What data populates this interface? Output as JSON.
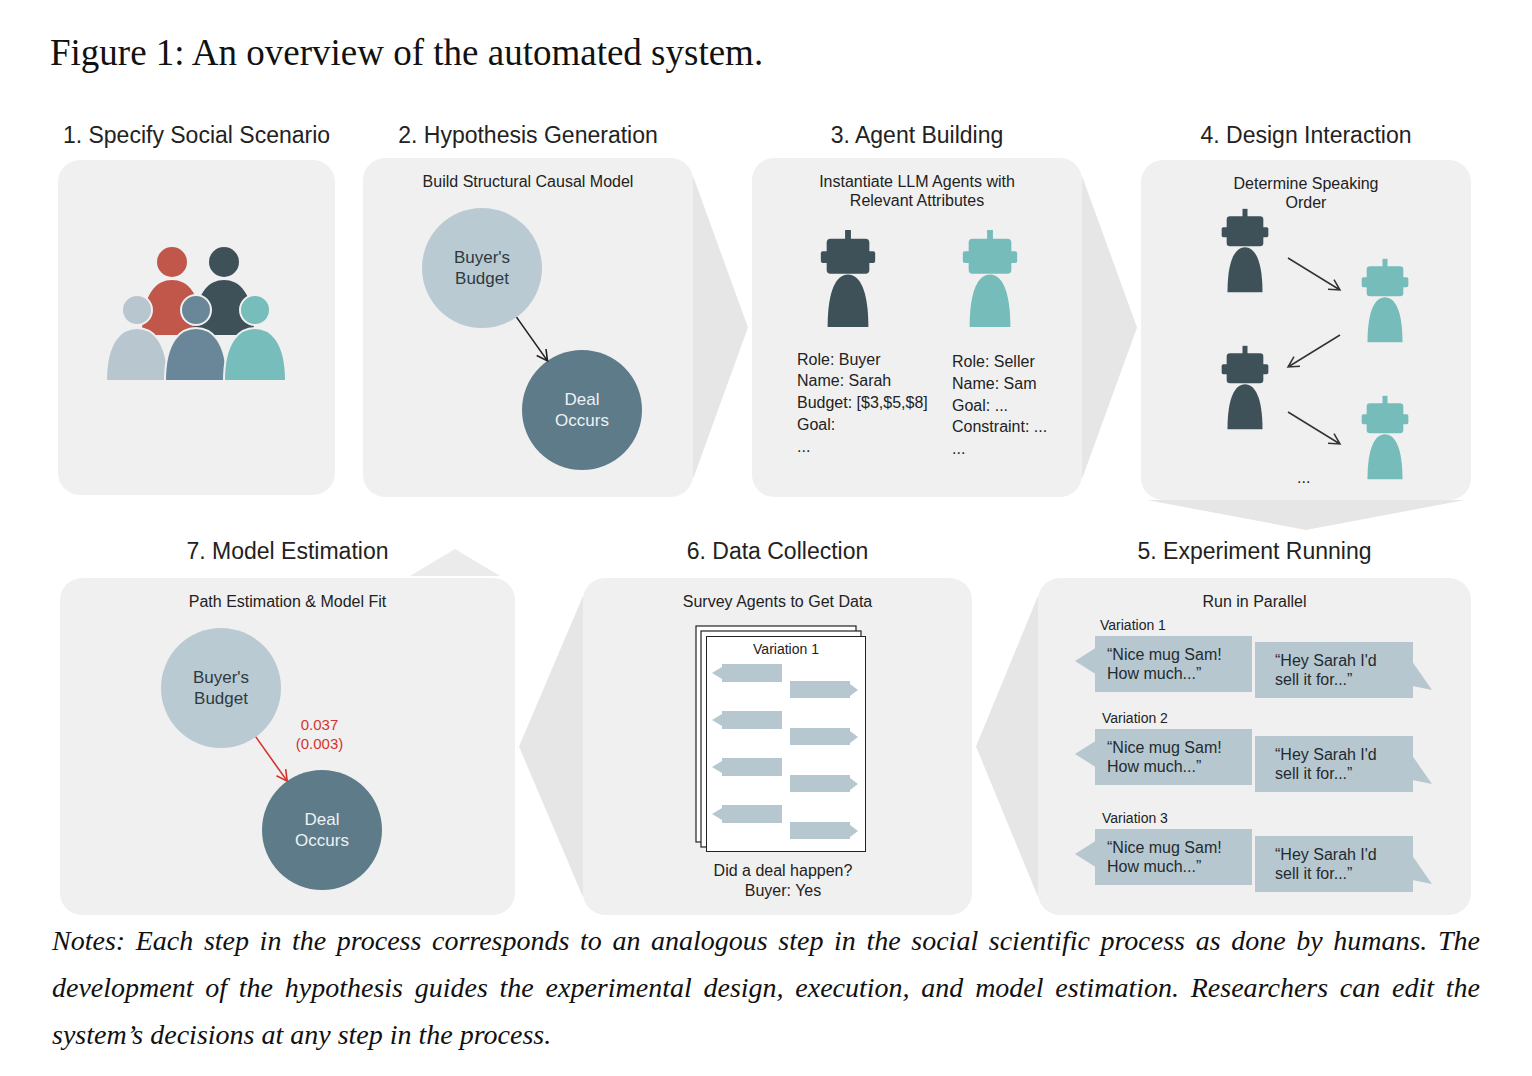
{
  "diagram": {
    "title": "Figure 1: An overview of the automated system.",
    "caption": "Notes: Each step in the process corresponds to an analogous step in the social scientific process as done by humans. The development of the hypothesis guides the experimental design, execution, and model estimation. Researchers can edit the system’s decisions at any step in the process.",
    "nodes": [
      {
        "text": [
          "1. Specify Social Scenario"
        ]
      },
      {
        "text": [
          "2. Hypothesis Generation",
          "Build Structural Causal Model"
        ]
      },
      {
        "text": [
          "Buyer's Budget"
        ],
        "in": 1
      },
      {
        "text": [
          "Deal Occurs"
        ],
        "in": 1
      },
      {
        "text": [
          "3. Agent Building",
          "Instantiate LLM Agents with Relevant Attributes"
        ]
      },
      {
        "text": [
          "4. Design Interaction",
          "Determine Speaking Order"
        ]
      },
      {
        "text": [
          "5. Experiment Running",
          "Run in Parallel"
        ]
      },
      {
        "text": [
          "“Nice mug Sam! How much...”"
        ],
        "in": 6
      },
      {
        "text": [
          "“Hey Sarah I'd sell it for...”"
        ],
        "in": 6
      },
      {
        "text": [
          "“Nice mug Sam! How much...”"
        ],
        "in": 6
      },
      {
        "text": [
          "“Hey Sarah I'd sell it for...”"
        ],
        "in": 6
      },
      {
        "text": [
          "“Nice mug Sam! How much...”"
        ],
        "in": 6
      },
      {
        "text": [
          "“Hey Sarah I'd sell it for...”"
        ],
        "in": 6
      },
      {
        "text": [
          "6. Data Collection",
          "Survey Agents to Get Data"
        ]
      },
      {
        "text": [
          "Variation 1"
        ],
        "in": 13
      },
      {
        "text": [
          "7. Model Estimation",
          "Path Estimation & Model Fit"
        ]
      },
      {
        "text": [
          "Buyer's Budget"
        ],
        "in": 15
      },
      {
        "text": [
          "Deal Occurs"
        ],
        "in": 15
      }
    ],
    "edges": [
      {
        "from": 1,
        "to": 4,
        "arrow": "to"
      },
      {
        "from": 4,
        "to": 5,
        "arrow": "to"
      },
      {
        "from": 5,
        "to": 6,
        "arrow": "to"
      },
      {
        "from": 6,
        "to": 13,
        "arrow": "to"
      },
      {
        "from": 13,
        "to": 15,
        "arrow": "to"
      },
      {
        "from": 2,
        "to": 3,
        "arrow": "to"
      },
      {
        "from": 16,
        "to": 17,
        "label": "0.037 (0.003)",
        "arrow": "to"
      }
    ],
    "labels": [
      "Role: Buyer",
      "Name: Sarah",
      "Budget: [$3,$5,$8]",
      "Goal:",
      "...",
      "Role: Seller",
      "Name: Sam",
      "Goal: ...",
      "Constraint: ...",
      "...",
      "...",
      "Variation 1",
      "Variation 2",
      "Variation 3",
      "Did a deal happen? Buyer: Yes"
    ]
  }
}
